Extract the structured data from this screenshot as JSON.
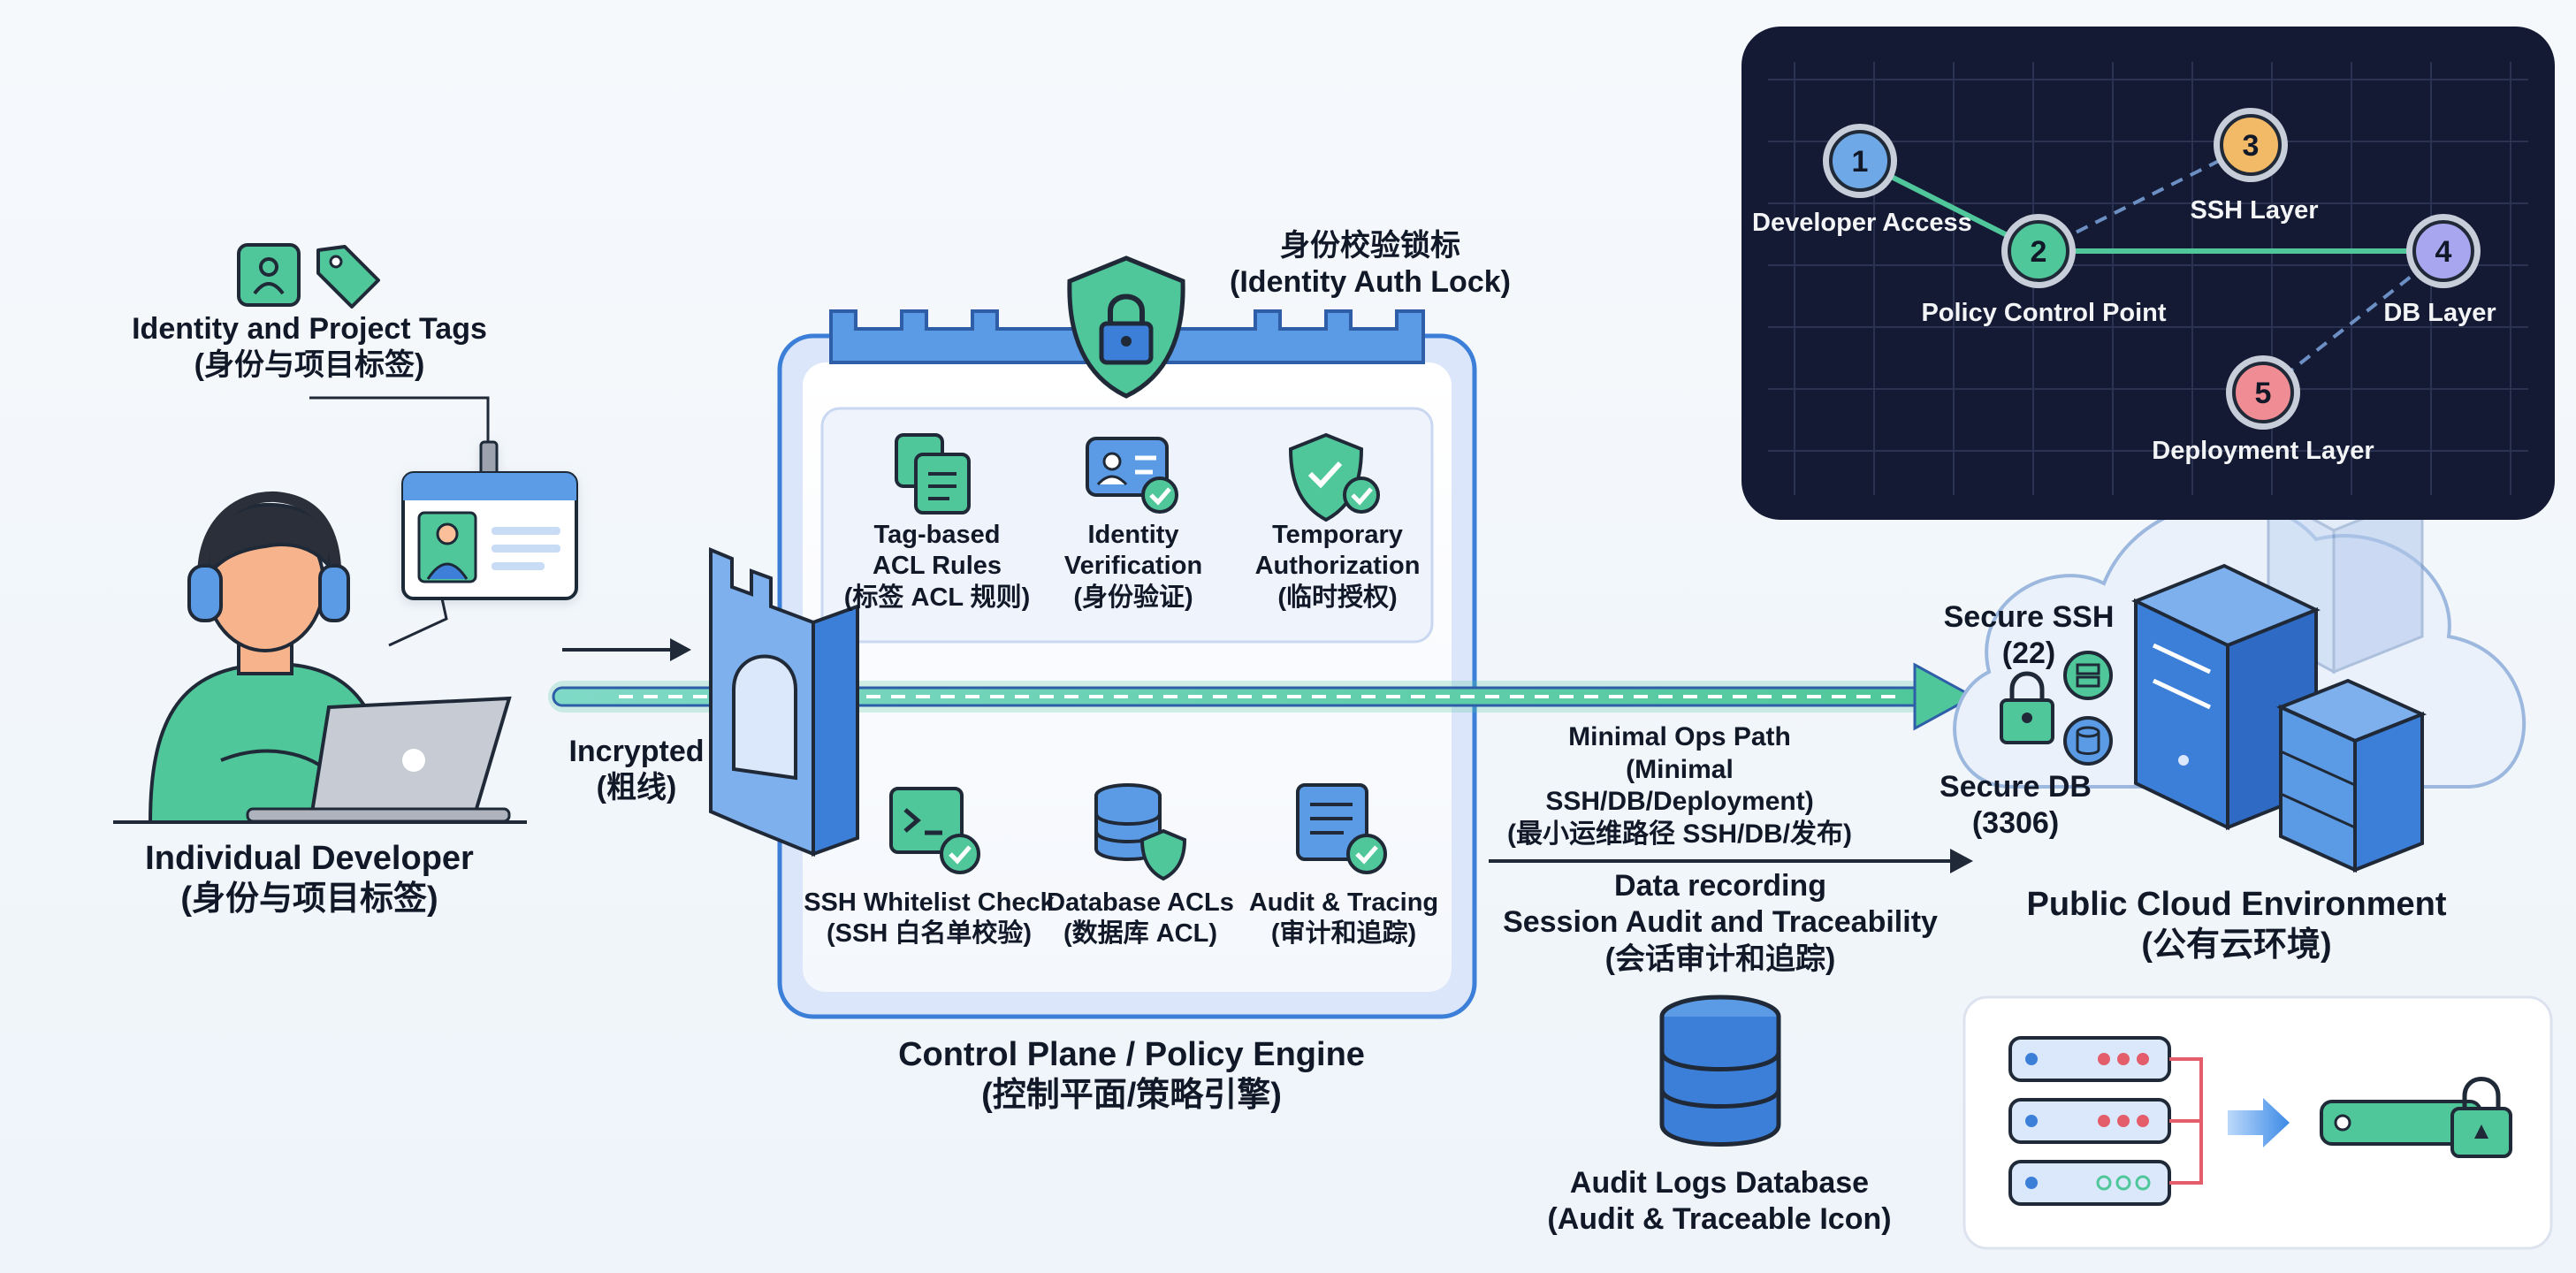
{
  "identity_tags": {
    "line1": "Identity and Project Tags",
    "line2": "(身份与项目标签)"
  },
  "developer": {
    "line1": "Individual Developer",
    "line2": "(身份与项目标签)"
  },
  "incrypted": {
    "line1": "Incrypted",
    "line2": "(粗线)"
  },
  "auth_lock": {
    "line1": "身份校验锁标",
    "line2": "(Identity Auth Lock)"
  },
  "control_plane": {
    "line1": "Control Plane / Policy Engine",
    "line2": "(控制平面/策略引擎)",
    "top_modules": [
      {
        "l1": "Tag-based",
        "l2": "ACL Rules",
        "l3": "(标签 ACL 规则)",
        "icon": "tag-document-icon"
      },
      {
        "l1": "Identity",
        "l2": "Verification",
        "l3": "(身份验证)",
        "icon": "id-card-check-icon"
      },
      {
        "l1": "Temporary",
        "l2": "Authorization",
        "l3": "(临时授权)",
        "icon": "shield-check-icon"
      }
    ],
    "bottom_modules": [
      {
        "l1": "SSH Whitelist Check",
        "l2": "(SSH 白名单校验)",
        "icon": "terminal-check-icon"
      },
      {
        "l1": "Database ACLs",
        "l2": "(数据库 ACL)",
        "icon": "database-shield-icon"
      },
      {
        "l1": "Audit & Tracing",
        "l2": "(审计和追踪)",
        "icon": "audit-list-check-icon"
      }
    ]
  },
  "ops_path": {
    "line1": "Minimal Ops Path",
    "line2": "(Minimal SSH/DB/Deployment)",
    "line3": "(最小运维路径 SSH/DB/发布)"
  },
  "data_recording": {
    "line1": "Data recording",
    "line2": "Session Audit and Traceability",
    "line3": "(会话审计和追踪)"
  },
  "audit_db": {
    "line1": "Audit Logs Database",
    "line2": "(Audit & Traceable Icon)"
  },
  "secure_ssh": {
    "line1": "Secure SSH",
    "line2": "(22)"
  },
  "secure_db": {
    "line1": "Secure DB",
    "line2": "(3306)"
  },
  "cloud": {
    "line1": "Public Cloud Environment",
    "line2": "(公有云环境)"
  },
  "flow_panel": {
    "nodes": [
      {
        "num": "1",
        "label": "Developer Access",
        "color": "#6ea8e6"
      },
      {
        "num": "2",
        "label": "Policy Control Point",
        "color": "#4fc79a"
      },
      {
        "num": "3",
        "label": "SSH Layer",
        "color": "#f2b967"
      },
      {
        "num": "4",
        "label": "DB Layer",
        "color": "#a9a6f0"
      },
      {
        "num": "5",
        "label": "Deployment Layer",
        "color": "#ef8c94"
      }
    ]
  },
  "colors": {
    "accent_green": "#4fc79a",
    "accent_blue": "#3c7fd9",
    "panel_bg": "#141a33",
    "dark_ink": "#111827"
  }
}
